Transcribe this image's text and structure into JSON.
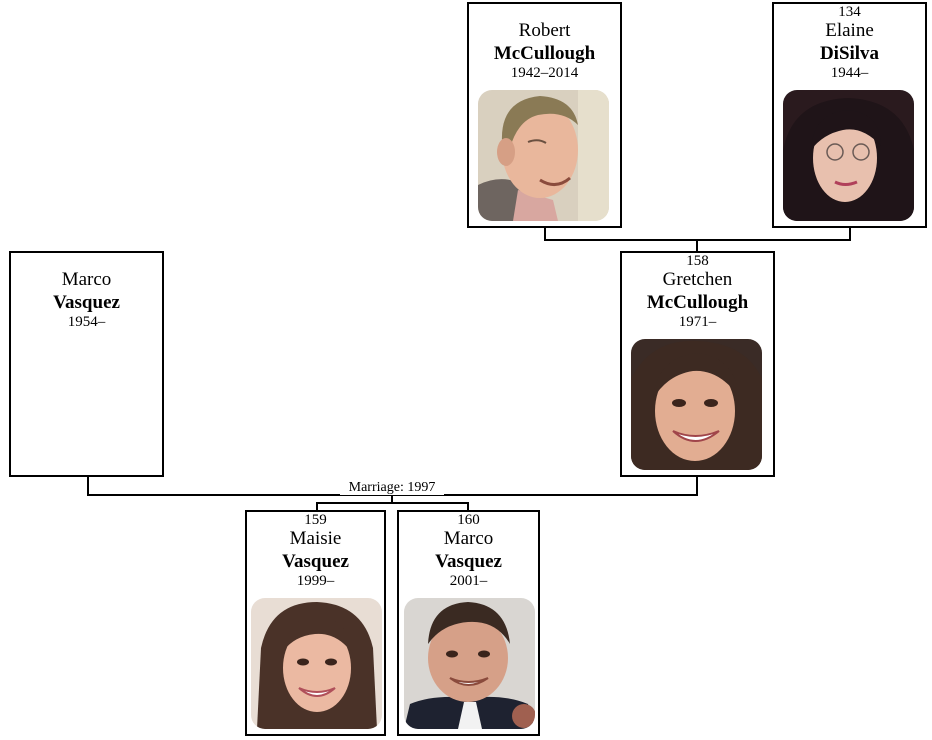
{
  "people": {
    "robert": {
      "number": "",
      "given": "Robert",
      "family": "McCullough",
      "years": "1942–2014",
      "photo": "portrait-photo-man"
    },
    "elaine": {
      "number": "134",
      "given": "Elaine",
      "family": "DiSilva",
      "years": "1944–",
      "photo": "portrait-photo-woman"
    },
    "marco_sr": {
      "number": "",
      "given": "Marco",
      "family": "Vasquez",
      "years": "1954–",
      "photo": ""
    },
    "gretchen": {
      "number": "158",
      "given": "Gretchen",
      "family": "McCullough",
      "years": "1971–",
      "photo": "portrait-photo-woman"
    },
    "maisie": {
      "number": "159",
      "given": "Maisie",
      "family": "Vasquez",
      "years": "1999–",
      "photo": "portrait-photo-girl"
    },
    "marco_jr": {
      "number": "160",
      "given": "Marco",
      "family": "Vasquez",
      "years": "2001–",
      "photo": "portrait-photo-boy"
    }
  },
  "marriage": {
    "label": "Marriage: 1997"
  },
  "colors": {
    "border": "#000000",
    "background": "#ffffff"
  }
}
